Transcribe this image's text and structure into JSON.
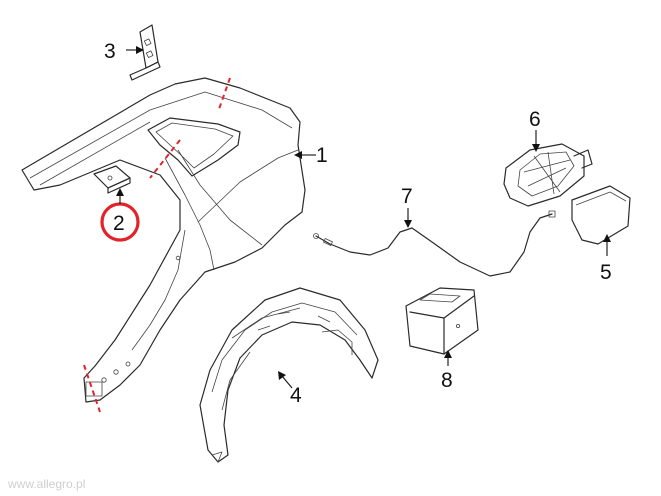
{
  "callouts": [
    {
      "id": "1",
      "label": "1"
    },
    {
      "id": "2",
      "label": "2",
      "highlighted": true
    },
    {
      "id": "3",
      "label": "3"
    },
    {
      "id": "4",
      "label": "4"
    },
    {
      "id": "5",
      "label": "5"
    },
    {
      "id": "6",
      "label": "6"
    },
    {
      "id": "7",
      "label": "7"
    },
    {
      "id": "8",
      "label": "8"
    }
  ],
  "watermark": "www.allegro.pl",
  "colors": {
    "line": "#2b2b2b",
    "highlight_ring": "#e0242a",
    "cut_line": "#e0242a",
    "text": "#111111",
    "background": "#ffffff"
  }
}
